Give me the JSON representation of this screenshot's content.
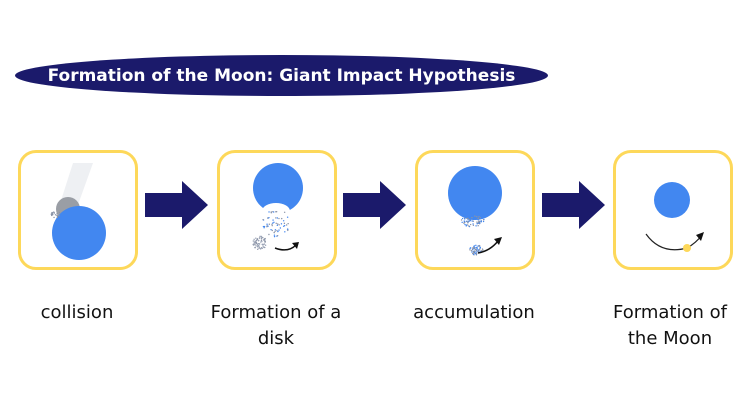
{
  "title": "Formation of the Moon: Giant Impact Hypothesis",
  "steps": [
    {
      "label": "collision"
    },
    {
      "label": "Formation of a disk"
    },
    {
      "label": "accumulation"
    },
    {
      "label": "Formation of the Moon"
    }
  ],
  "colors": {
    "title_bg": "#1b1a6b",
    "box_border": "#fdd85a",
    "planet": "#4287f0",
    "arrow": "#1b1a6b",
    "moon": "#fdd85a",
    "debris": "#8a93a6"
  }
}
